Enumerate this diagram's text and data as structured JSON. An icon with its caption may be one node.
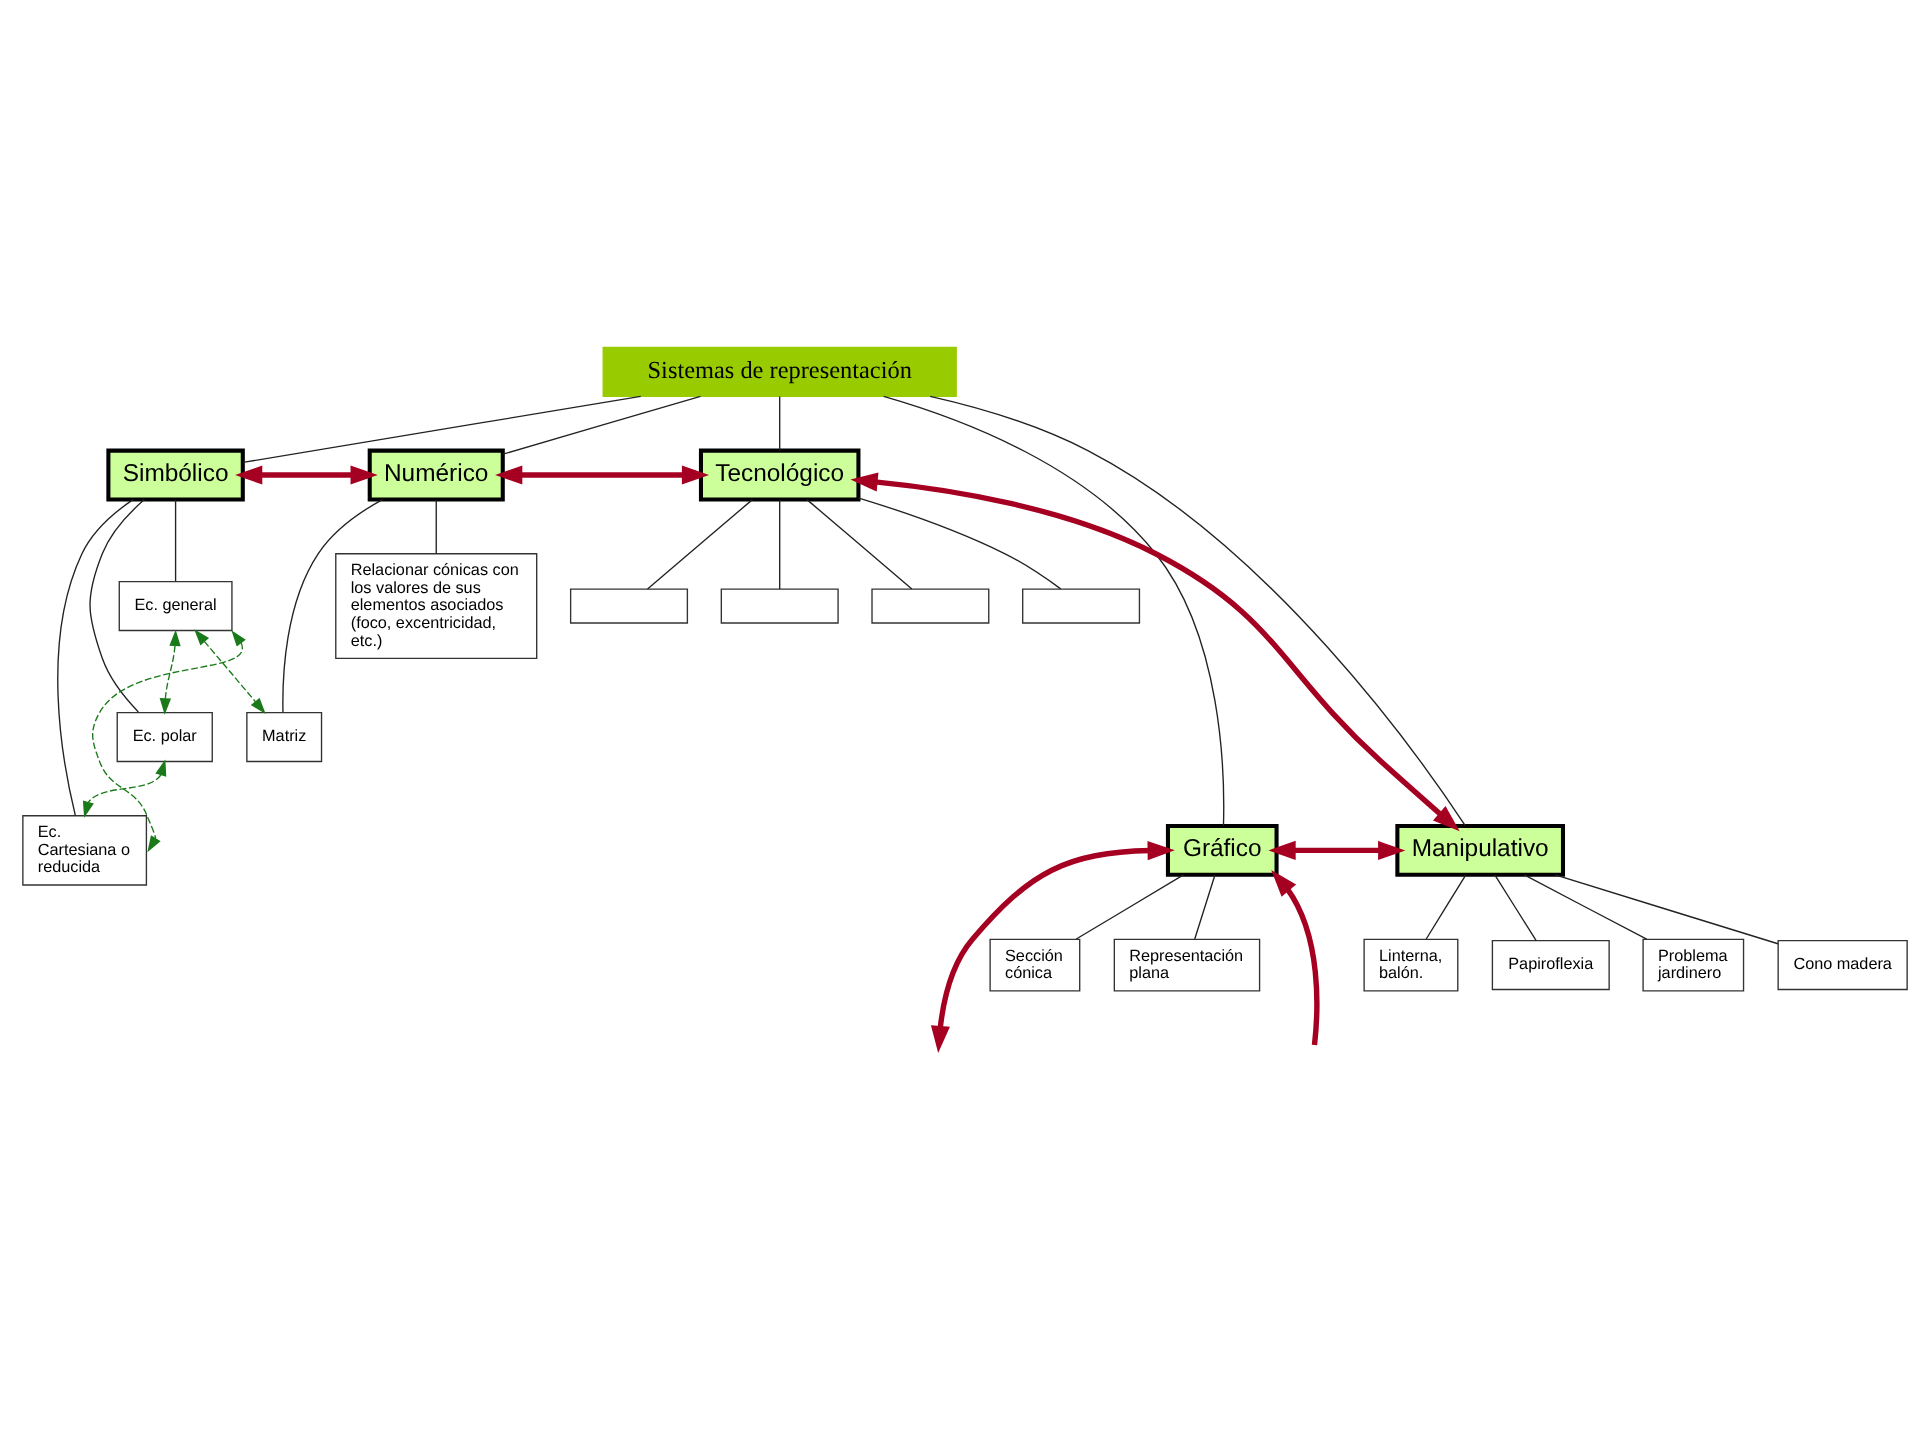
{
  "diagram": {
    "nodes": [
      {
        "text": [
          "Sistemas de representación"
        ]
      },
      {
        "text": [
          "Simbólico"
        ]
      },
      {
        "text": [
          "Numérico"
        ]
      },
      {
        "text": [
          "Tecnológico"
        ]
      },
      {
        "text": [
          "Ec. general"
        ]
      },
      {
        "text": [
          "Ec. polar"
        ]
      },
      {
        "text": [
          "Ec. Cartesiana o reducida"
        ]
      },
      {
        "text": [
          "Matriz"
        ]
      },
      {
        "text": [
          "Relacionar cónicas con los valores de sus elementos asociados (foco, excentricidad, etc.)"
        ]
      },
      {
        "text": [],
        "shape": "box"
      },
      {
        "text": [],
        "shape": "box"
      },
      {
        "text": [],
        "shape": "box"
      },
      {
        "text": [],
        "shape": "box"
      },
      {
        "text": [
          "Manipulativo"
        ]
      },
      {
        "text": [
          "Gráfico"
        ]
      },
      {
        "text": [
          "Representación plana"
        ]
      },
      {
        "text": [
          "Sección cónica"
        ]
      },
      {
        "text": [
          "Linterna, balón."
        ]
      },
      {
        "text": [
          "Papiroflexia"
        ]
      },
      {
        "text": [
          "Problema jardinero"
        ]
      },
      {
        "text": [
          "Cono madera"
        ]
      }
    ],
    "edges": [
      {
        "from": 0,
        "to": 1,
        "arrow": "none"
      },
      {
        "from": 0,
        "to": 14,
        "arrow": "none"
      },
      {
        "from": 0,
        "to": 2,
        "arrow": "none"
      },
      {
        "from": 0,
        "to": 13,
        "arrow": "none"
      },
      {
        "from": 0,
        "to": 3,
        "arrow": "none"
      },
      {
        "from": 1,
        "to": 4,
        "arrow": "none"
      },
      {
        "from": 1,
        "to": 5,
        "arrow": "none"
      },
      {
        "from": 1,
        "to": 6,
        "arrow": "none"
      },
      {
        "from": 2,
        "to": 7,
        "arrow": "none"
      },
      {
        "from": 2,
        "to": 8,
        "arrow": "none"
      },
      {
        "from": 3,
        "to": 9,
        "arrow": "none"
      },
      {
        "from": 3,
        "to": 10,
        "arrow": "none"
      },
      {
        "from": 3,
        "to": 11,
        "arrow": "none"
      },
      {
        "from": 3,
        "to": 12,
        "arrow": "none"
      },
      {
        "from": 1,
        "to": 2,
        "arrow": "both",
        "style": "thick",
        "color": "#a50021"
      },
      {
        "from": 2,
        "to": 3,
        "arrow": "both",
        "style": "thick",
        "color": "#a50021"
      },
      {
        "from": 3,
        "to": 13,
        "arrow": "both",
        "style": "thick",
        "color": "#a50021"
      },
      {
        "from": 14,
        "to": 13,
        "arrow": "both",
        "style": "thick",
        "color": "#a50021"
      },
      {
        "from": null,
        "to": 14,
        "arrow": "both",
        "style": "thick",
        "color": "#a50021"
      },
      {
        "from": null,
        "to": 14,
        "arrow": "to",
        "style": "thick",
        "color": "#a50021"
      },
      {
        "from": 4,
        "to": 7,
        "arrow": "both",
        "style": "dashed",
        "color": "#1a7a1a"
      },
      {
        "from": 4,
        "to": 5,
        "arrow": "both",
        "style": "dashed",
        "color": "#1a7a1a"
      },
      {
        "from": 5,
        "to": 6,
        "arrow": "both",
        "style": "dashed",
        "color": "#1a7a1a"
      },
      {
        "from": 4,
        "to": 6,
        "arrow": "both",
        "style": "dashed",
        "color": "#1a7a1a"
      },
      {
        "from": 14,
        "to": 15,
        "arrow": "none"
      },
      {
        "from": 14,
        "to": 16,
        "arrow": "none"
      },
      {
        "from": 13,
        "to": 17,
        "arrow": "none"
      },
      {
        "from": 13,
        "to": 18,
        "arrow": "none"
      },
      {
        "from": 13,
        "to": 19,
        "arrow": "none"
      },
      {
        "from": 13,
        "to": 20,
        "arrow": "none"
      }
    ]
  }
}
